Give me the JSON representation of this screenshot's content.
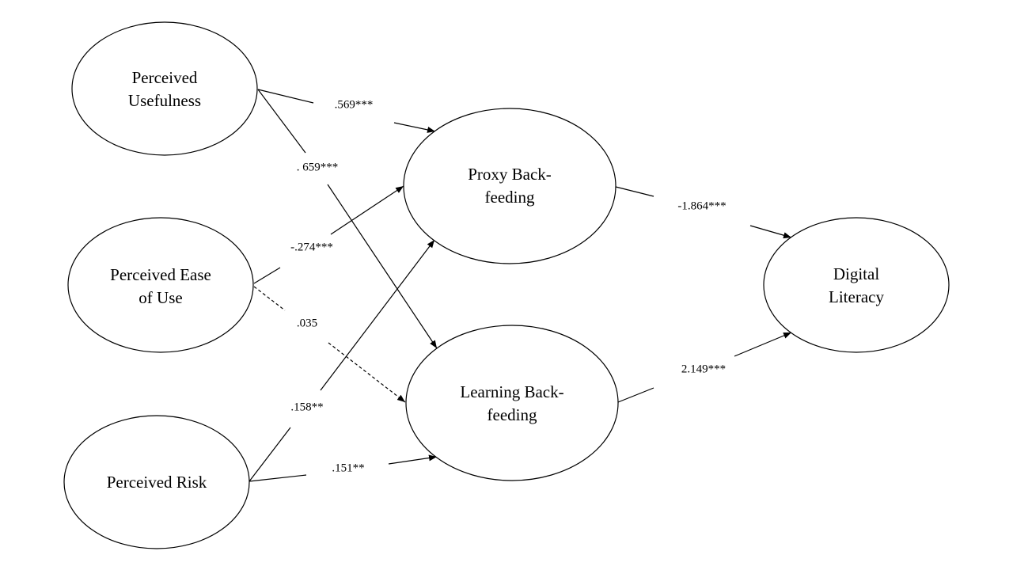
{
  "nodes": {
    "perceived_usefulness": {
      "line1": "Perceived",
      "line2": "Usefulness"
    },
    "perceived_ease_of_use": {
      "line1": "Perceived Ease",
      "line2": "of Use"
    },
    "perceived_risk": {
      "line1": "Perceived Risk"
    },
    "proxy_back_feeding": {
      "line1": "Proxy Back-",
      "line2": "feeding"
    },
    "learning_back_feeding": {
      "line1": "Learning Back-",
      "line2": "feeding"
    },
    "digital_literacy": {
      "line1": "Digital",
      "line2": "Literacy"
    }
  },
  "paths": {
    "pu_to_proxy": {
      "coefficient": ".569***",
      "style": "solid"
    },
    "pu_to_learning": {
      "coefficient": ". 659***",
      "style": "solid"
    },
    "peou_to_proxy": {
      "coefficient": "-.274***",
      "style": "solid"
    },
    "peou_to_learning": {
      "coefficient": ".035",
      "style": "dashed"
    },
    "pr_to_proxy": {
      "coefficient": ".158**",
      "style": "solid"
    },
    "pr_to_learning": {
      "coefficient": ".151**",
      "style": "solid"
    },
    "proxy_to_dl": {
      "coefficient": "-1.864***",
      "style": "solid"
    },
    "learning_to_dl": {
      "coefficient": "2.149***",
      "style": "solid"
    }
  },
  "colors": {
    "stroke": "#000000",
    "background": "#ffffff",
    "text": "#000000"
  }
}
